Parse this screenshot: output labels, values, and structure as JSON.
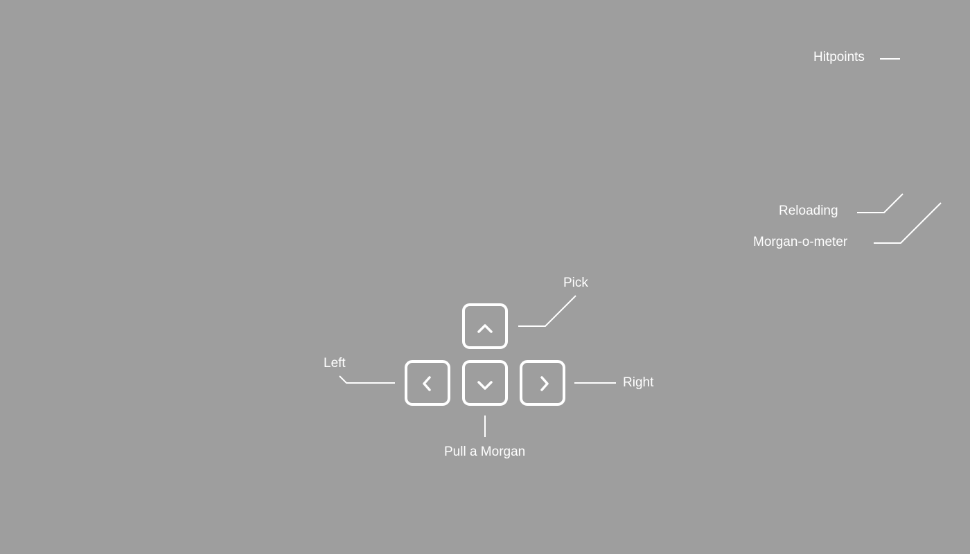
{
  "hud": {
    "hitpoints_label": "Hitpoints",
    "reloading_label": "Reloading",
    "meter_label": "Morgan-o-meter"
  },
  "controls": {
    "up": {
      "key": "arrow-up",
      "label": "Pick"
    },
    "left": {
      "key": "arrow-left",
      "label": "Left"
    },
    "down": {
      "key": "arrow-down",
      "label": "Pull a Morgan"
    },
    "right": {
      "key": "arrow-right",
      "label": "Right"
    }
  },
  "colors": {
    "background": "#9e9e9e",
    "foreground": "#ffffff"
  }
}
